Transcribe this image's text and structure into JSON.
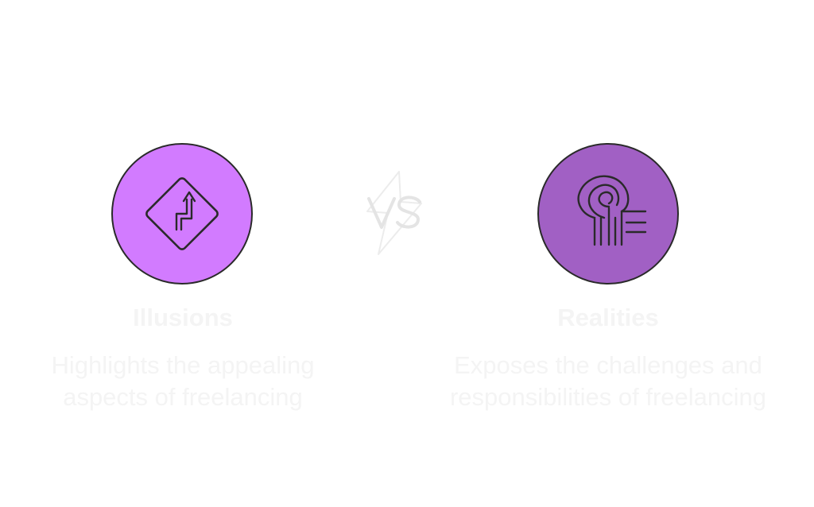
{
  "colors": {
    "left_circle": "#d27bff",
    "right_circle": "#a160c4",
    "outline": "#2a2a2a",
    "text": "#f4f4f4",
    "vs_mark": "#ececec"
  },
  "left": {
    "icon": "winding-road-sign-icon",
    "title": "Illusions",
    "description": "Highlights the appealing aspects of freelancing"
  },
  "right": {
    "icon": "highway-interchange-icon",
    "title": "Realities",
    "description": "Exposes the challenges and responsibilities of freelancing"
  },
  "vs_icon": "vs-lightning-icon"
}
